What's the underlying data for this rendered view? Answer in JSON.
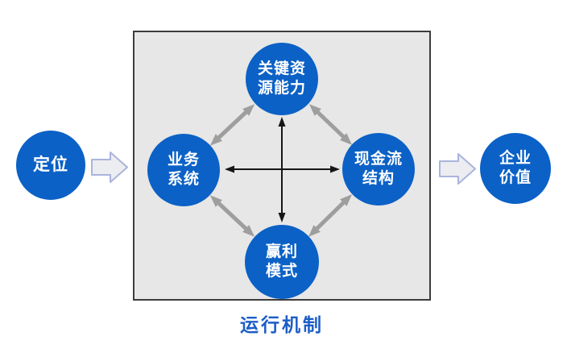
{
  "title": "运行机制",
  "nodes": {
    "positioning": {
      "label": "定位"
    },
    "key_resources": {
      "label": "关键资\n源能力"
    },
    "business_system": {
      "label": "业务\n系统"
    },
    "cash_flow_structure": {
      "label": "现金流\n结构"
    },
    "profit_model": {
      "label": "赢利\n模式"
    },
    "enterprise_value": {
      "label": "企业\n价值"
    }
  },
  "connections": {
    "diagonals": "bidirectional between business_system↔key_resources, key_resources↔cash_flow_structure, business_system↔profit_model, profit_model↔cash_flow_structure",
    "center_cross": "bidirectional horizontal and vertical black arrows",
    "flow": "positioning → mechanism box → enterprise_value"
  },
  "colors": {
    "node_fill": "#0b61c6",
    "node_text": "#ffffff",
    "box_fill": "#e7e7e7",
    "box_border": "#3c3c3c",
    "diagonal_arrow": "#9e9e9e",
    "cross_arrow": "#161616",
    "block_arrow_fill": "#ecedf1",
    "block_arrow_border": "#aab4dc",
    "title_color": "#1d5ec6"
  }
}
